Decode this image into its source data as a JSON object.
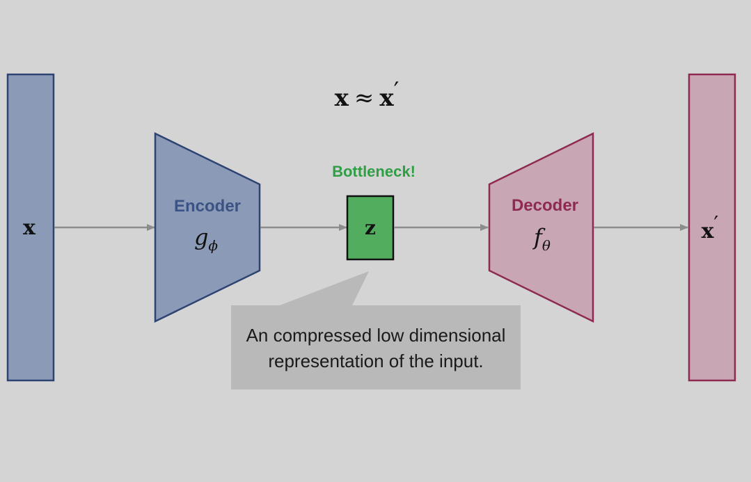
{
  "equation": {
    "lhs": "x",
    "op": "≈",
    "rhs": "x",
    "rhs_prime": "′"
  },
  "input": {
    "symbol": "x"
  },
  "encoder": {
    "label": "Encoder",
    "func": "g",
    "func_sub": "ϕ"
  },
  "bottleneck": {
    "label": "Bottleneck!",
    "symbol": "z"
  },
  "decoder": {
    "label": "Decoder",
    "func": "f",
    "func_sub": "θ"
  },
  "output": {
    "symbol": "x",
    "prime": "′"
  },
  "callout": {
    "line1": "An compressed low dimensional",
    "line2": "representation of the input."
  },
  "colors": {
    "input_fill": "#8b9ab6",
    "input_stroke": "#2d4473",
    "output_fill": "#c9a6b4",
    "output_stroke": "#8e2a52",
    "bottleneck_fill": "#52ad5e",
    "arrow": "#8c8c8c",
    "callout_fill": "#b9b9b9"
  }
}
